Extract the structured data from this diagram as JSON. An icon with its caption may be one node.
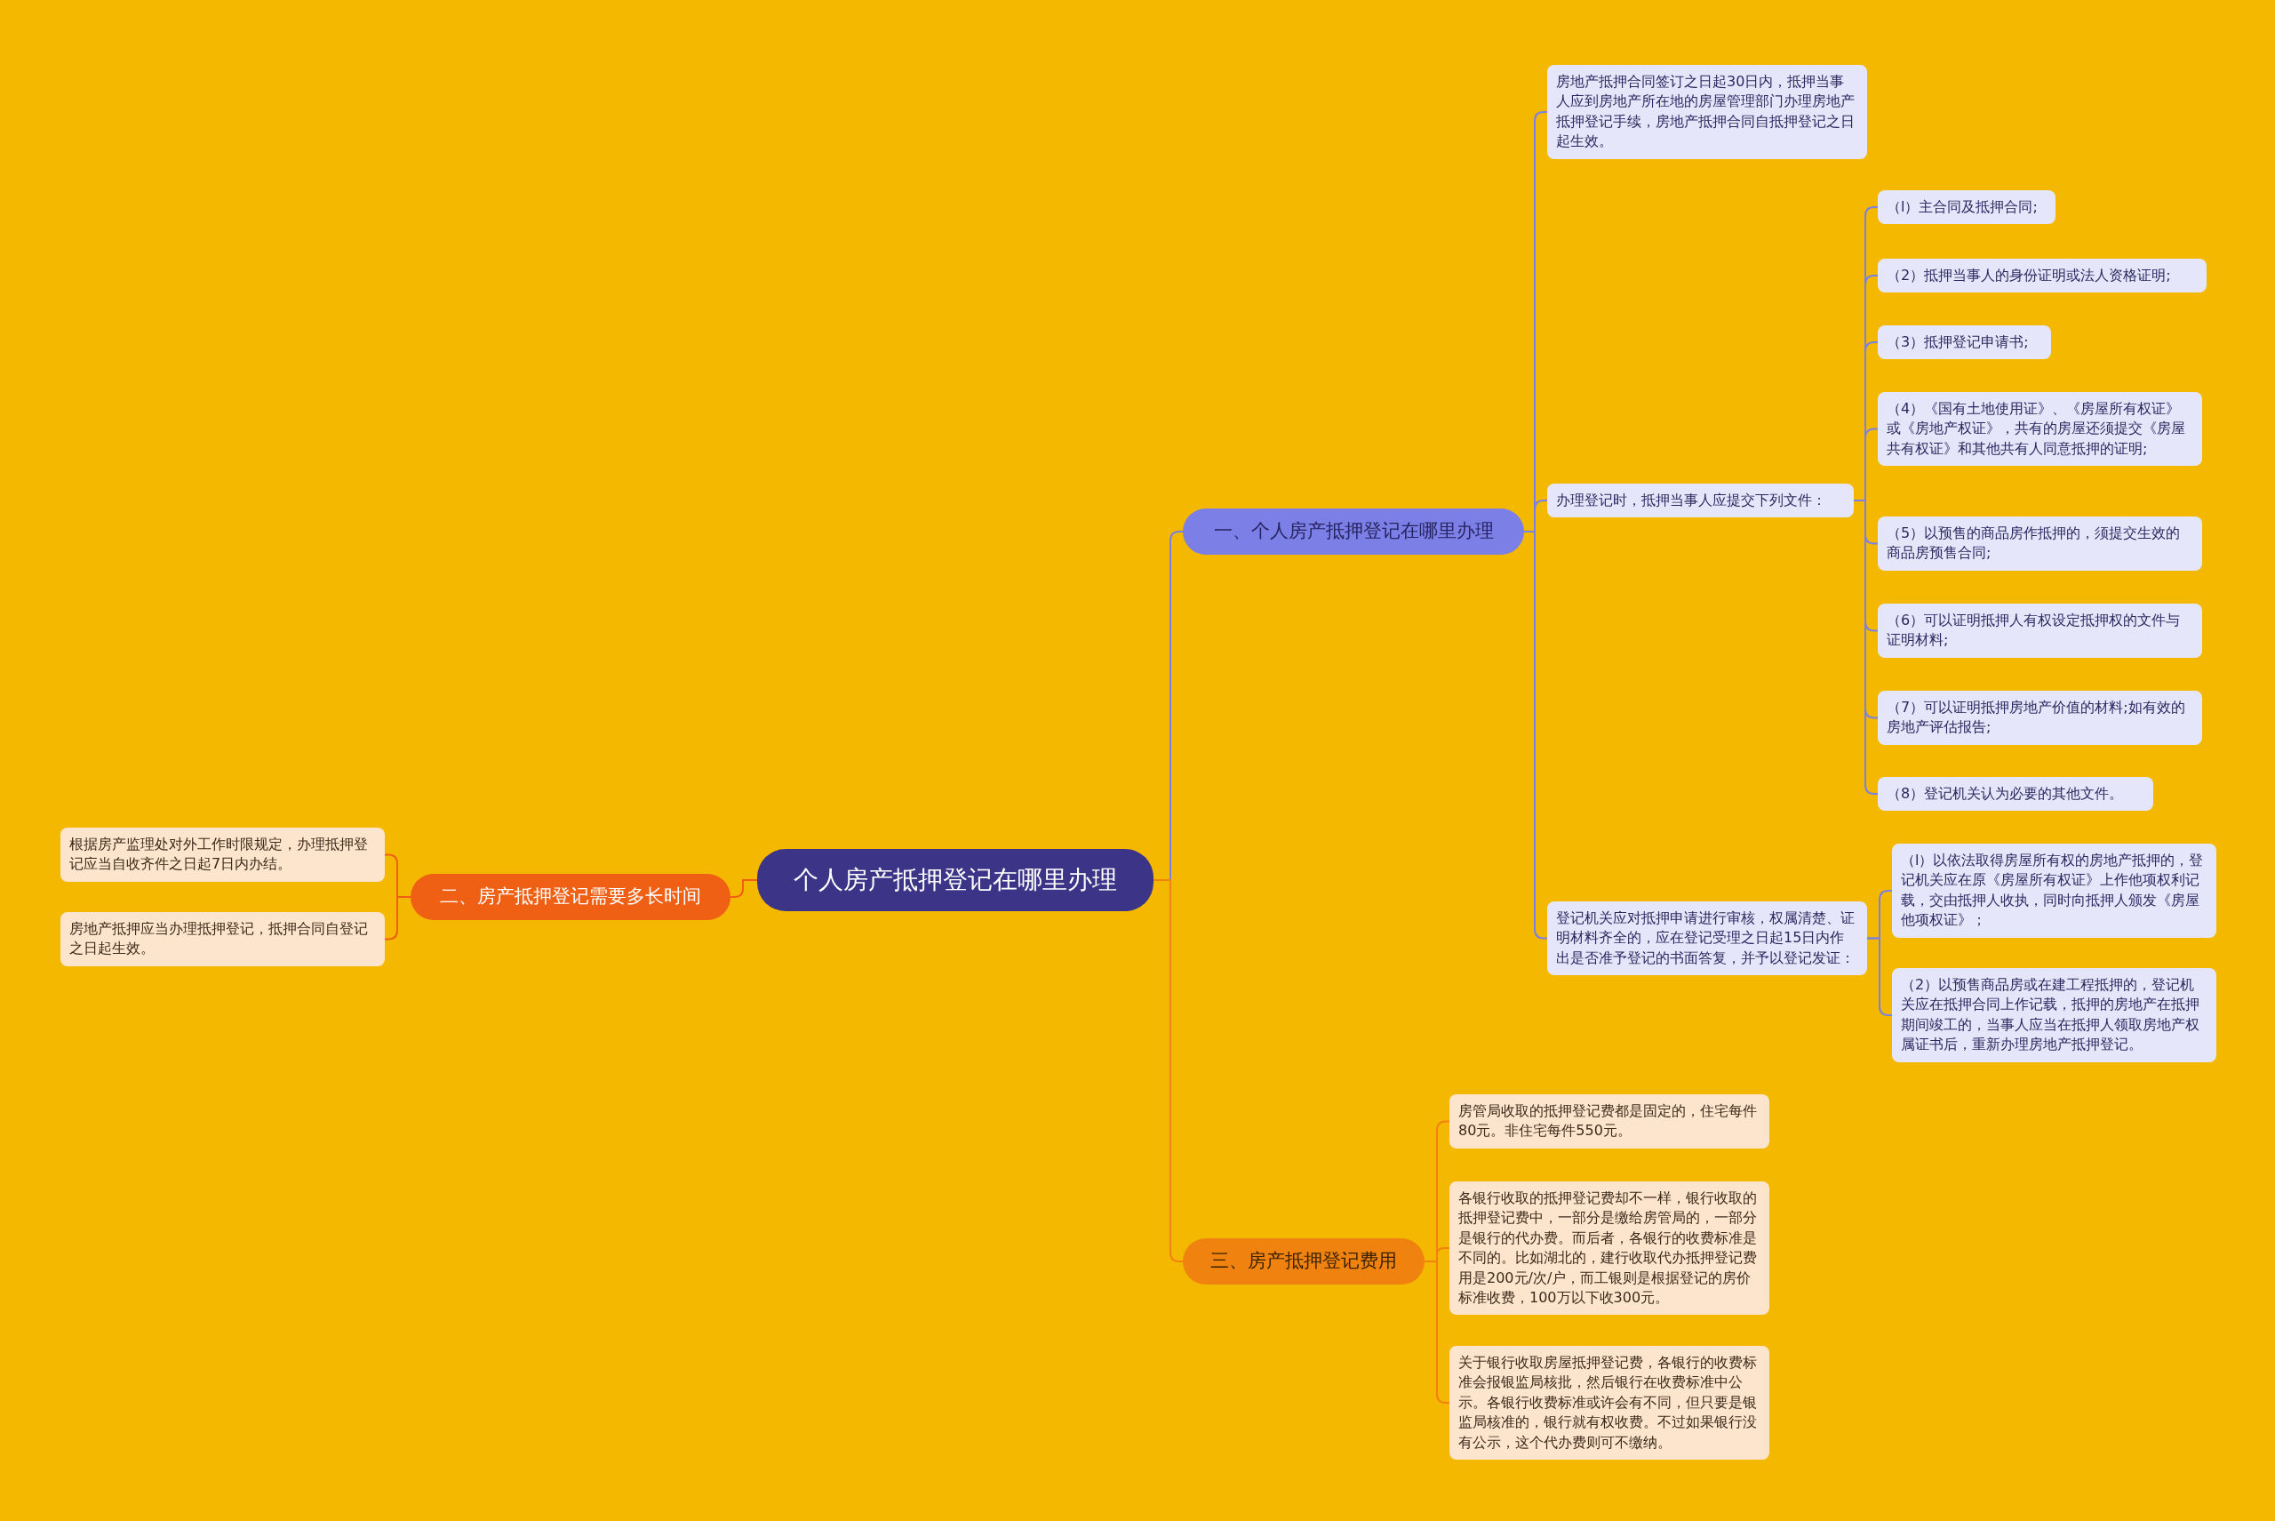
{
  "diagram": {
    "nodes": [
      {
        "text": [
          "个人房产抵押登记在哪里办理"
        ]
      },
      {
        "text": [
          "一、个人房产抵押登记在哪里办理"
        ]
      },
      {
        "text": [
          "房地产抵押合同签订之日起30日内，抵押当事人应到房地产所在地的房屋管理部门办理房地产抵押登记手续，房地产抵押合同自抵押登记之日起生效。"
        ]
      },
      {
        "text": [
          "办理登记时，抵押当事人应提交下列文件："
        ]
      },
      {
        "text": [
          "（l）主合同及抵押合同;"
        ]
      },
      {
        "text": [
          "（2）抵押当事人的身份证明或法人资格证明;"
        ]
      },
      {
        "text": [
          "（3）抵押登记申请书;"
        ]
      },
      {
        "text": [
          "（4）《国有土地使用证》、《房屋所有权证》或《房地产权证》，共有的房屋还须提交《房屋共有权证》和其他共有人同意抵押的证明;"
        ]
      },
      {
        "text": [
          "（5）以预售的商品房作抵押的，须提交生效的商品房预售合同;"
        ]
      },
      {
        "text": [
          "（6）可以证明抵押人有权设定抵押权的文件与证明材料;"
        ]
      },
      {
        "text": [
          "（7）可以证明抵押房地产价值的材料;如有效的房地产评估报告;"
        ]
      },
      {
        "text": [
          "（8）登记机关认为必要的其他文件。"
        ]
      },
      {
        "text": [
          "登记机关应对抵押申请进行审核，权属清楚、证明材料齐全的，应在登记受理之日起15日内作出是否准予登记的书面答复，并予以登记发证："
        ]
      },
      {
        "text": [
          "（l）以依法取得房屋所有权的房地产抵押的，登记机关应在原《房屋所有权证》上作他项权利记载，交由抵押人收执，同时向抵押人颁发《房屋他项权证》；"
        ]
      },
      {
        "text": [
          "（2）以预售商品房或在建工程抵押的，登记机关应在抵押合同上作记载，抵押的房地产在抵押期间竣工的，当事人应当在抵押人领取房地产权属证书后，重新办理房地产抵押登记。"
        ]
      },
      {
        "text": [
          "二、房产抵押登记需要多长时间"
        ]
      },
      {
        "text": [
          "根据房产监理处对外工作时限规定，办理抵押登记应当自收齐件之日起7日内办结。"
        ]
      },
      {
        "text": [
          "房地产抵押应当办理抵押登记，抵押合同自登记之日起生效。"
        ]
      },
      {
        "text": [
          "三、房产抵押登记费用"
        ]
      },
      {
        "text": [
          "房管局收取的抵押登记费都是固定的，住宅每件80元。非住宅每件550元。"
        ]
      },
      {
        "text": [
          "各银行收取的抵押登记费却不一样，银行收取的抵押登记费中，一部分是缴给房管局的，一部分是银行的代办费。而后者，各银行的收费标准是不同的。比如湖北的，建行收取代办抵押登记费用是200元/次/户，而工银则是根据登记的房价标准收费，100万以下收300元。"
        ]
      },
      {
        "text": [
          "关于银行收取房屋抵押登记费，各银行的收费标准会报银监局核批，然后银行在收费标准中公示。各银行收费标准或许会有不同，但只要是银监局核准的，银行就有权收费。不过如果银行没有公示，这个代办费则可不缴纳。"
        ]
      }
    ],
    "edges": [
      {
        "from": 0,
        "to": 1,
        "arrow": "none"
      },
      {
        "from": 1,
        "to": 2,
        "arrow": "none"
      },
      {
        "from": 1,
        "to": 3,
        "arrow": "none"
      },
      {
        "from": 3,
        "to": 4,
        "arrow": "none"
      },
      {
        "from": 3,
        "to": 5,
        "arrow": "none"
      },
      {
        "from": 3,
        "to": 6,
        "arrow": "none"
      },
      {
        "from": 3,
        "to": 7,
        "arrow": "none"
      },
      {
        "from": 3,
        "to": 8,
        "arrow": "none"
      },
      {
        "from": 3,
        "to": 9,
        "arrow": "none"
      },
      {
        "from": 3,
        "to": 10,
        "arrow": "none"
      },
      {
        "from": 3,
        "to": 11,
        "arrow": "none"
      },
      {
        "from": 1,
        "to": 12,
        "arrow": "none"
      },
      {
        "from": 12,
        "to": 13,
        "arrow": "none"
      },
      {
        "from": 12,
        "to": 14,
        "arrow": "none"
      },
      {
        "from": 0,
        "to": 15,
        "arrow": "none",
        "color": "#ef5f14"
      },
      {
        "from": 15,
        "to": 16,
        "arrow": "none",
        "color": "#ef5f14"
      },
      {
        "from": 15,
        "to": 17,
        "arrow": "none",
        "color": "#ef5f14"
      },
      {
        "from": 0,
        "to": 18,
        "arrow": "none",
        "color": "#f0820f"
      },
      {
        "from": 18,
        "to": 19,
        "arrow": "none",
        "color": "#f0820f"
      },
      {
        "from": 18,
        "to": 20,
        "arrow": "none",
        "color": "#f0820f"
      },
      {
        "from": 18,
        "to": 21,
        "arrow": "none",
        "color": "#f0820f"
      }
    ]
  }
}
